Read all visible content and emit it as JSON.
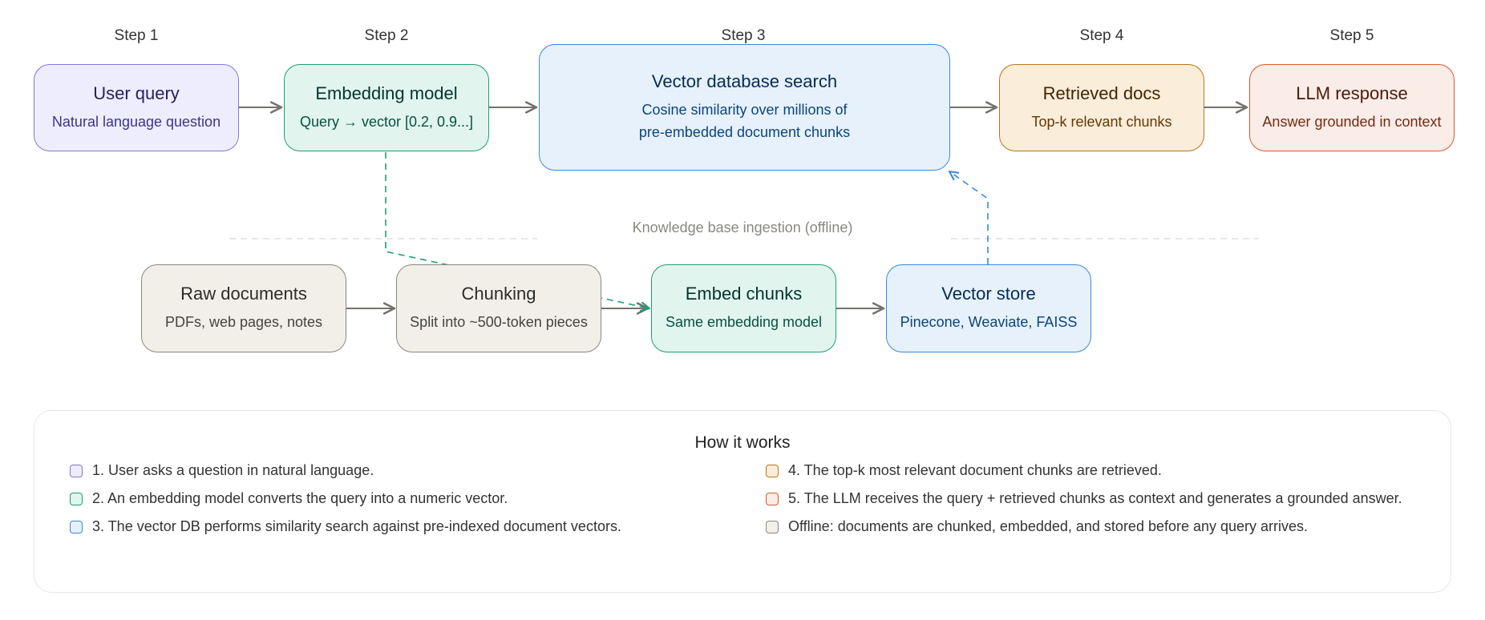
{
  "steps": [
    "Step 1",
    "Step 2",
    "Step 3",
    "Step 4",
    "Step 5"
  ],
  "query_pipeline": [
    {
      "title": "User query",
      "subtitle": "Natural language question"
    },
    {
      "title": "Embedding model",
      "subtitle": "Query → vector [0.2, 0.9...]"
    },
    {
      "title": "Vector database search",
      "subtitle_line1": "Cosine similarity over millions of",
      "subtitle_line2": "pre-embedded document chunks"
    },
    {
      "title": "Retrieved docs",
      "subtitle": "Top-k relevant chunks"
    },
    {
      "title": "LLM response",
      "subtitle": "Answer grounded in context"
    }
  ],
  "ingestion_label": "Knowledge base ingestion (offline)",
  "ingestion_pipeline": [
    {
      "title": "Raw documents",
      "subtitle": "PDFs, web pages, notes"
    },
    {
      "title": "Chunking",
      "subtitle": "Split into ~500-token pieces"
    },
    {
      "title": "Embed chunks",
      "subtitle": "Same embedding model"
    },
    {
      "title": "Vector store",
      "subtitle": "Pinecone, Weaviate, FAISS"
    }
  ],
  "legend": {
    "title": "How it works",
    "items": [
      {
        "text": "1. User asks a question in natural language.",
        "color": "#7f77dd"
      },
      {
        "text": "2. An embedding model converts the query into a numeric vector.",
        "color": "#1d9e75"
      },
      {
        "text": "3. The vector DB performs similarity search against pre-indexed document vectors.",
        "color": "#378add"
      },
      {
        "text": "4. The top-k most relevant document chunks are retrieved.",
        "color": "#ba7517"
      },
      {
        "text": "5. The LLM receives the query + retrieved chunks as context and generates a grounded answer.",
        "color": "#d85a30"
      },
      {
        "text": "Offline: documents are chunked, embedded, and stored before any query arrives.",
        "color": "#888780"
      }
    ]
  },
  "colors": {
    "arrow": "#73726c",
    "ingest_dash_green": "#1d9e75",
    "ingest_dash_blue": "#378add",
    "divider": "#d3d1c7"
  }
}
